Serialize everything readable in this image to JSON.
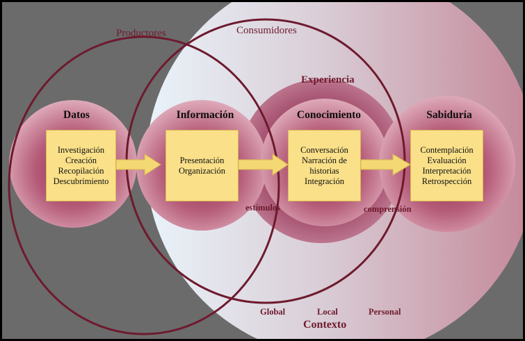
{
  "sets": {
    "productores": "Productores",
    "consumidores": "Consumidores"
  },
  "experiencia": "Experiencia",
  "nodes": [
    {
      "title": "Datos",
      "items": [
        "Investigación",
        "Creación",
        "Recopilación",
        "Descubrimiento"
      ]
    },
    {
      "title": "Información",
      "items": [
        "Presentación",
        "Organización"
      ]
    },
    {
      "title": "Conocimiento",
      "items": [
        "Conversación",
        "Narración de",
        "historias",
        "Integración"
      ]
    },
    {
      "title": "Sabiduría",
      "items": [
        "Contemplación",
        "Evaluación",
        "Interpretación",
        "Retrospección"
      ]
    }
  ],
  "transitions": {
    "estimulos": "estímulos",
    "comprension": "comprensión"
  },
  "contexto": {
    "levels": [
      "Global",
      "Local",
      "Personal"
    ],
    "title": "Contexto"
  },
  "colors": {
    "background": "#6b6b6b",
    "outline": "#6e1a2e",
    "label": "#6e1a2e",
    "box_fill": "#f9e089",
    "arrow": "#f3d873"
  }
}
